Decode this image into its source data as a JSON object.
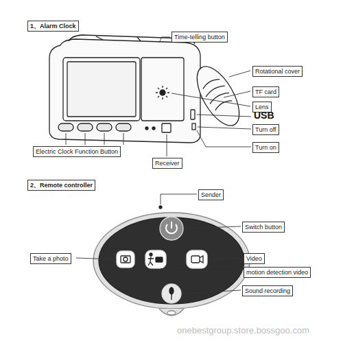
{
  "diagram": {
    "nodes": [
      {
        "text": [
          "1、Alarm Clock"
        ]
      },
      {
        "text": [
          "Time-telling button"
        ]
      },
      {
        "text": [
          "Rotational cover"
        ]
      },
      {
        "text": [
          "TF card"
        ]
      },
      {
        "text": [
          "Lens"
        ]
      },
      {
        "text": [
          "Turn off"
        ]
      },
      {
        "text": [
          "Turn on"
        ]
      },
      {
        "text": [
          "Electric Clock Function Button"
        ]
      },
      {
        "text": [
          "Receiver"
        ]
      },
      {
        "text": [
          "2、Remote controller"
        ]
      },
      {
        "text": [
          "Sender"
        ]
      },
      {
        "text": [
          "Switch button"
        ]
      },
      {
        "text": [
          "Take a photo"
        ]
      },
      {
        "text": [
          "Video"
        ]
      },
      {
        "text": [
          "motion detection video"
        ]
      },
      {
        "text": [
          "Sound recording"
        ]
      }
    ],
    "labels": [
      "USB",
      "onebestgroup.store.bossgoo.com"
    ]
  }
}
